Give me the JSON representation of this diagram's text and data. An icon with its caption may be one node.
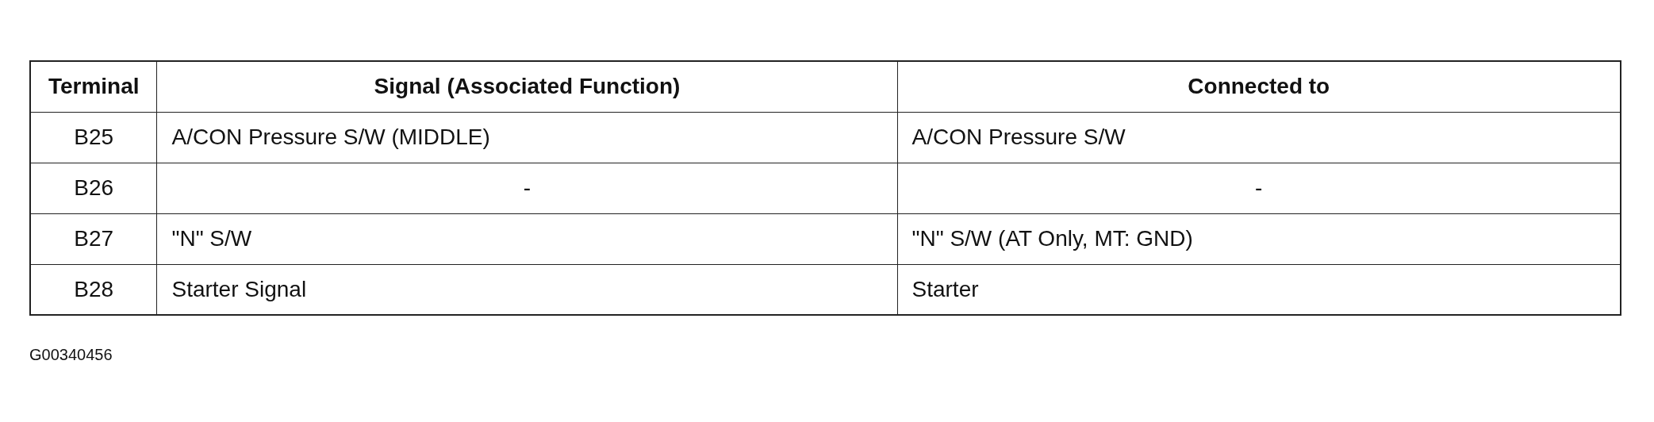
{
  "diagram": {
    "caption": "G00340456",
    "labels": [
      "Terminal",
      "Signal (Associated Function)",
      "Connected to",
      "B25",
      "A/CON Pressure S/W (MIDDLE)",
      "A/CON Pressure S/W",
      "B26",
      "-",
      "-",
      "B27",
      "\"N\" S/W",
      "\"N\" S/W (AT Only, MT: GND)",
      "B28",
      "Starter Signal",
      "Starter"
    ]
  }
}
